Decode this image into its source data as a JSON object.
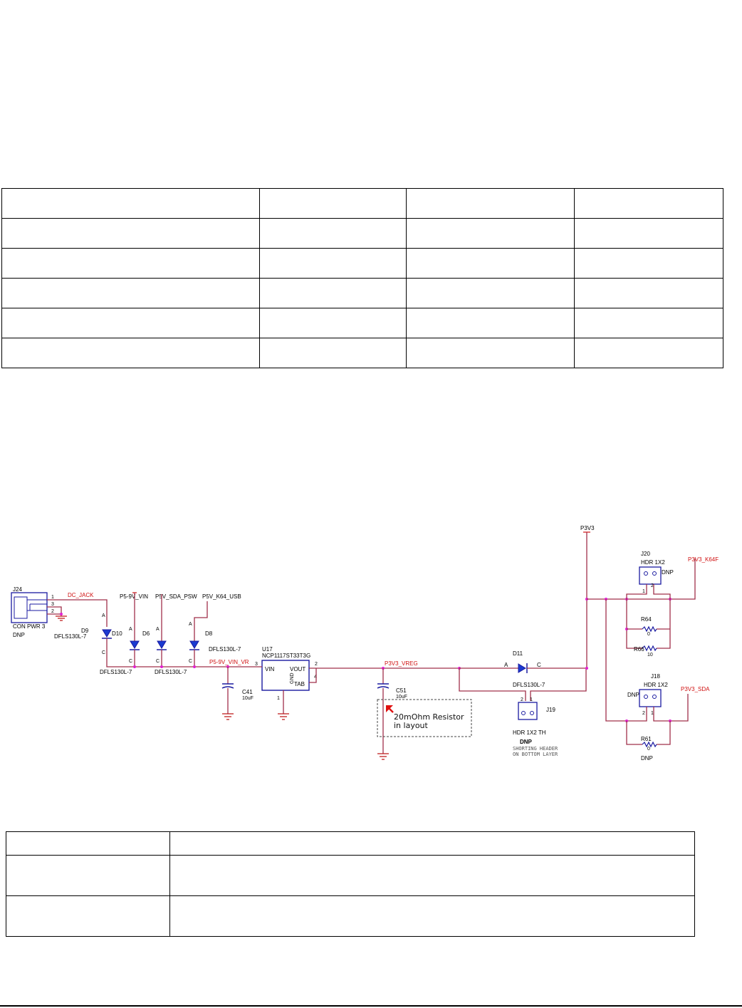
{
  "table1": {
    "rows": 6,
    "cols": 4
  },
  "table2": {
    "rows": 3,
    "cols": 2
  },
  "schematic": {
    "J24": {
      "ref": "J24",
      "part": "CON PWR 3",
      "dnp": "DNP",
      "pins": [
        "1",
        "3",
        "2"
      ]
    },
    "D9": {
      "ref": "D9",
      "part": "DFLS130L-7"
    },
    "D10": {
      "ref": "D10",
      "part": "DFLS130L-7"
    },
    "D6": {
      "ref": "D6",
      "part": "DFLS130L-7"
    },
    "D8": {
      "ref": "D8",
      "part": "DFLS130L-7"
    },
    "U17": {
      "ref": "U17",
      "part": "NCP1117ST33T3G",
      "vin": "VIN",
      "vout": "VOUT",
      "gnd": "GND",
      "tab": "TAB",
      "pin_vin": "3",
      "pin_vout": "2",
      "pin_tab": "4",
      "pin_gnd": "1"
    },
    "C41": {
      "ref": "C41",
      "value": "10uF"
    },
    "C51": {
      "ref": "C51",
      "value": "10uF"
    },
    "D11": {
      "ref": "D11",
      "part": "DFLS130L-7",
      "anode": "A",
      "cathode": "C"
    },
    "J19": {
      "ref": "J19",
      "part": "HDR 1X2 TH",
      "dnp": "DNP",
      "note1": "SHORTING HEADER",
      "note2": "ON BOTTOM LAYER",
      "pins": [
        "2",
        "1"
      ]
    },
    "J20": {
      "ref": "J20",
      "part": "HDR 1X2",
      "dnp": "DNP",
      "pins": [
        "1",
        "2"
      ]
    },
    "J18": {
      "ref": "J18",
      "part": "HDR 1X2",
      "dnp": "DNP",
      "pins": [
        "2",
        "1"
      ]
    },
    "R64": {
      "ref": "R64",
      "value": "0"
    },
    "R66": {
      "ref": "R66",
      "value": "10"
    },
    "R61": {
      "ref": "R61",
      "value": "0",
      "dnp": "DNP"
    },
    "nets": {
      "dc_jack": "DC_JACK",
      "p5_9v_vin": "P5-9V_VIN",
      "p5v_sda_psw": "P5V_SDA_PSW",
      "p5v_k64_usb": "P5V_K64_USB",
      "p5_9v_vin_vr": "P5-9V_VIN_VR",
      "p3v3_vreg": "P3V3_VREG",
      "p3v3": "P3V3",
      "p3v3_k64f": "P3V3_K64F",
      "p3v3_sda": "P3V3_SDA"
    },
    "diode_pins": {
      "a": "A",
      "c": "C"
    },
    "annotation": {
      "line1": "20mOhm Resistor",
      "line2": "in layout"
    }
  }
}
